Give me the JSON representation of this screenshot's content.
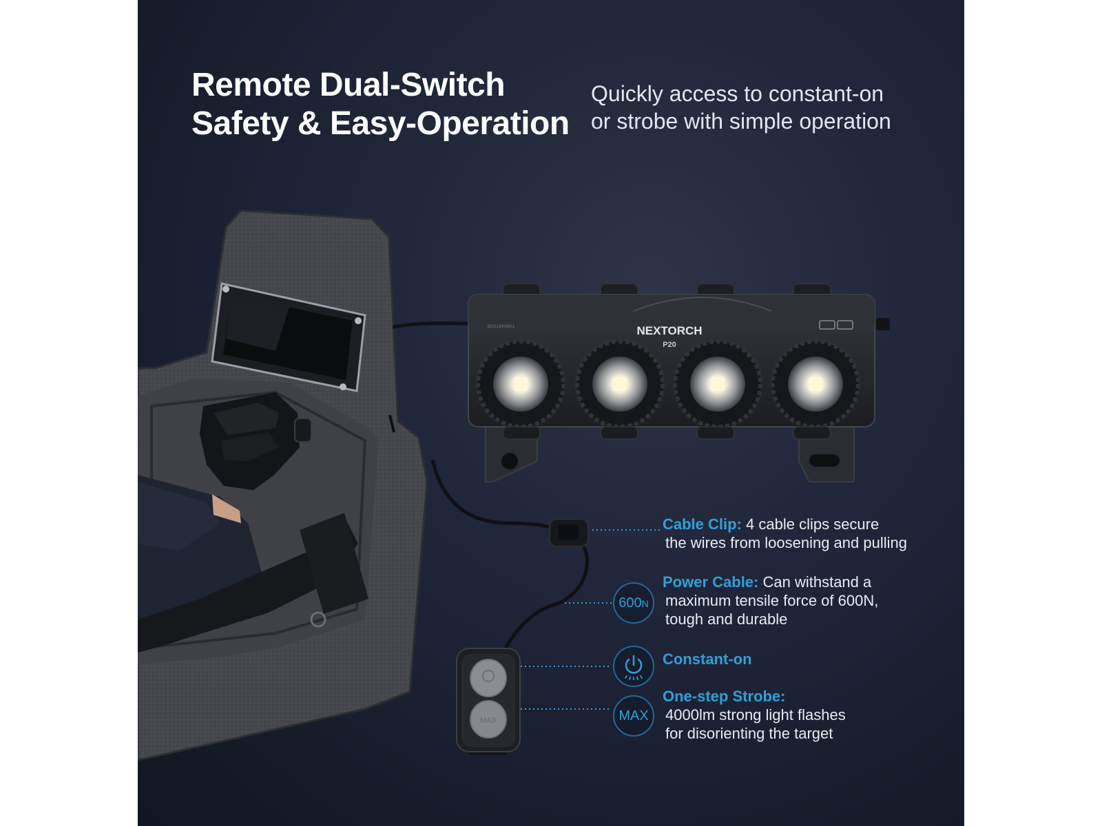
{
  "headline": {
    "line1": "Remote Dual-Switch",
    "line2": "Safety & Easy-Operation"
  },
  "subhead": {
    "line1": "Quickly access to constant-on",
    "line2": "or strobe with simple operation"
  },
  "product": {
    "brand": "NEXTORCH",
    "model": "P20",
    "serial": "BSG11000001"
  },
  "features": {
    "cable_clip": {
      "title": "Cable Clip:",
      "text1": " 4 cable clips secure",
      "text2": "the wires from loosening and pulling"
    },
    "power_cable": {
      "badge_value": "600",
      "badge_unit": "N",
      "title": "Power Cable:",
      "text1": " Can withstand a",
      "text2": "maximum tensile force of 600N,",
      "text3": "tough and durable"
    },
    "constant_on": {
      "title": "Constant-on"
    },
    "strobe": {
      "badge": "MAX",
      "title": "One-step Strobe:",
      "text1": "4000lm strong light flashes",
      "text2": "for disorienting the target"
    }
  },
  "switch_labels": {
    "lower": "MAX"
  },
  "colors": {
    "accent": "#2ea1d9",
    "background": "#1c2232",
    "headline": "#ffffff"
  }
}
